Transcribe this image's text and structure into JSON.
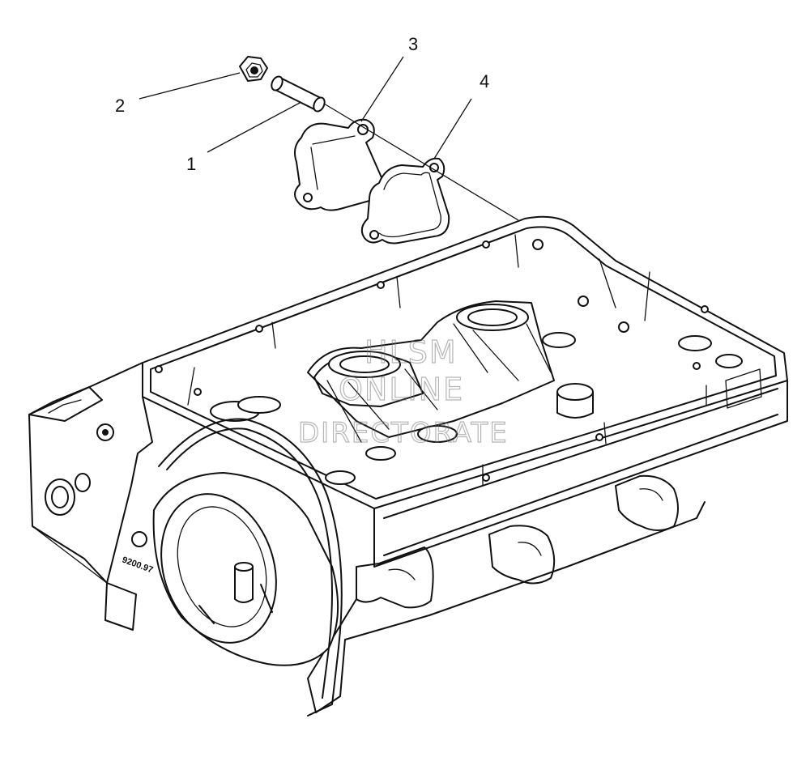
{
  "callouts": [
    {
      "id": "1",
      "label": "1"
    },
    {
      "id": "2",
      "label": "2"
    },
    {
      "id": "3",
      "label": "3"
    },
    {
      "id": "4",
      "label": "4"
    }
  ],
  "part_stamp": "9200.97",
  "watermark": {
    "line1": "HLSM",
    "line2": "ONLINE",
    "line3": "DIRECTORATE"
  },
  "colors": {
    "line": "#111111",
    "background": "#ffffff",
    "watermark": "#7a7a7a"
  }
}
